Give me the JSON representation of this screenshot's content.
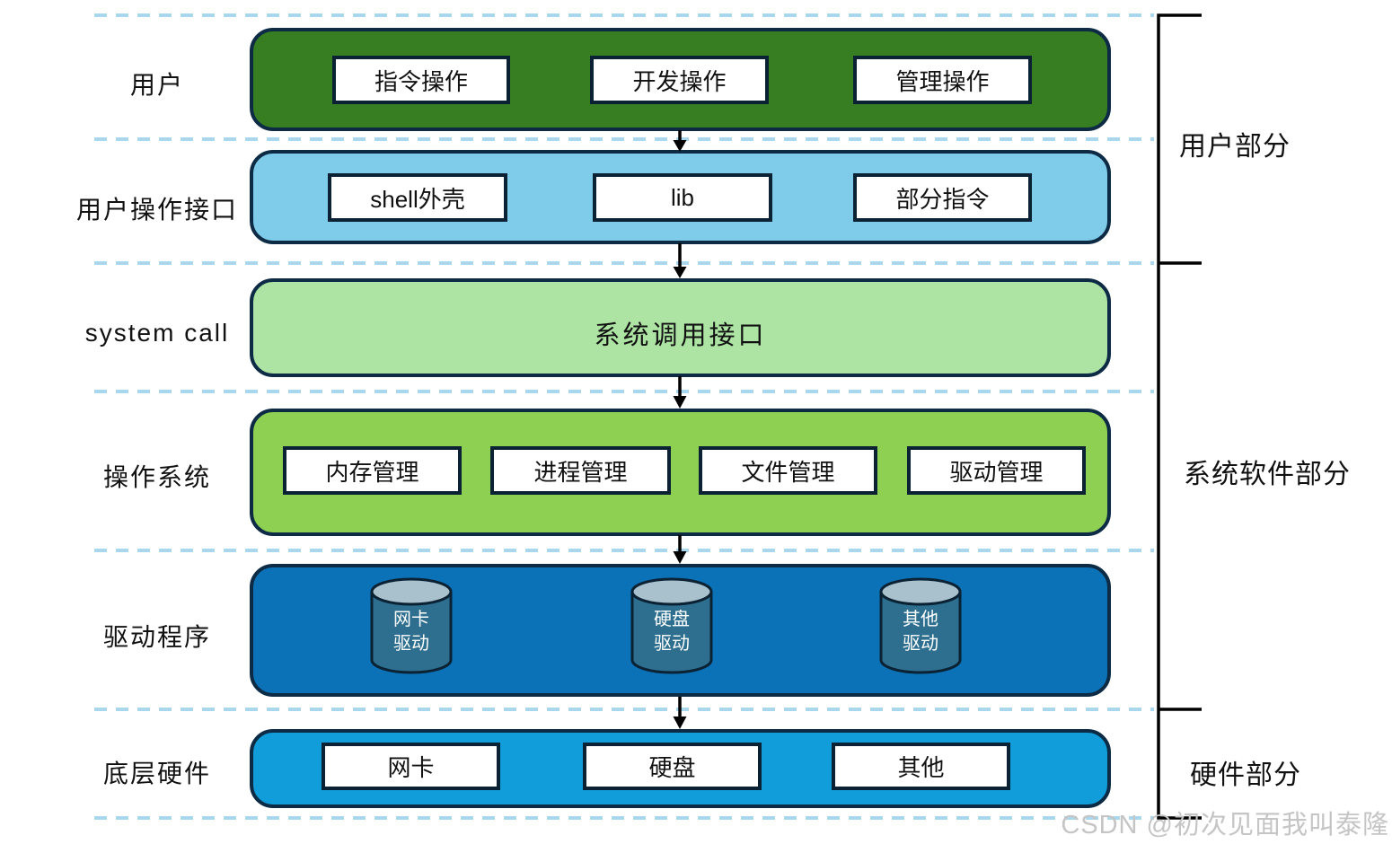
{
  "diagram": {
    "rows": [
      {
        "label": "用户",
        "fill": "#377D22",
        "items": [
          {
            "label": "指令操作"
          },
          {
            "label": "开发操作"
          },
          {
            "label": "管理操作"
          }
        ]
      },
      {
        "label": "用户操作接口",
        "fill": "#7FCBEA",
        "items": [
          {
            "label": "shell外壳"
          },
          {
            "label": "lib"
          },
          {
            "label": "部分指令"
          }
        ]
      },
      {
        "label": "system call",
        "fill": "#ADE3A3",
        "center_text": "系统调用接口"
      },
      {
        "label": "操作系统",
        "fill": "#8ED052",
        "items": [
          {
            "label": "内存管理"
          },
          {
            "label": "进程管理"
          },
          {
            "label": "文件管理"
          },
          {
            "label": "驱动管理"
          }
        ]
      },
      {
        "label": "驱动程序",
        "fill": "#0B72B8",
        "cylinders": [
          {
            "line1": "网卡",
            "line2": "驱动"
          },
          {
            "line1": "硬盘",
            "line2": "驱动"
          },
          {
            "line1": "其他",
            "line2": "驱动"
          }
        ]
      },
      {
        "label": "底层硬件",
        "fill": "#119DD9",
        "items": [
          {
            "label": "网卡"
          },
          {
            "label": "硬盘"
          },
          {
            "label": "其他"
          }
        ]
      }
    ],
    "sections": [
      {
        "label": "用户部分"
      },
      {
        "label": "系统软件部分"
      },
      {
        "label": "硬件部分"
      }
    ],
    "watermark": "CSDN @初次见面我叫泰隆",
    "colors": {
      "row_user": "#377D22",
      "row_user_interface": "#7FCBEA",
      "row_system_call": "#ADE3A3",
      "row_os": "#8ED052",
      "row_driver": "#0B72B8",
      "row_hardware": "#119DD9",
      "box_border": "#0D2B45",
      "white_box_border": "#0A2233",
      "dashed_line": "#A9D7EE",
      "cylinder_body": "#2E6F90",
      "cylinder_top": "#A9C1CD",
      "arrow": "#000000",
      "bracket": "#000000",
      "watermark_text": "#C5C5C5"
    }
  }
}
